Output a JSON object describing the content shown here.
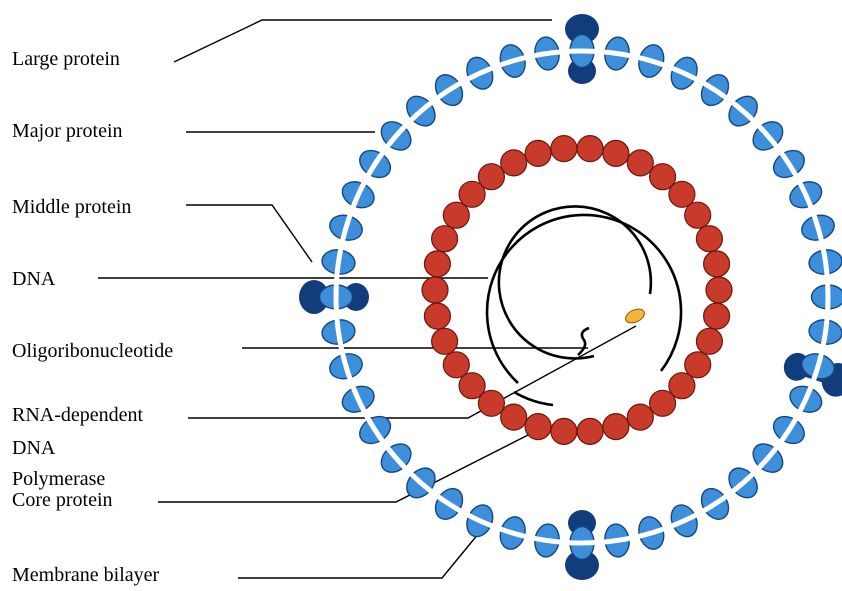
{
  "labels": {
    "large_protein": "Large protein",
    "major_protein": "Major protein",
    "middle_protein": "Middle protein",
    "dna": "DNA",
    "oligo": "Oligoribonucleotide",
    "rna_dep_1": "RNA-dependent",
    "rna_dep_2": "DNA",
    "rna_dep_3": "Polymerase",
    "core_protein": "Core protein",
    "membrane": "Membrane bilayer"
  },
  "colors": {
    "major_protein": "#3d8fdc",
    "major_protein_outline": "#16467e",
    "surface_protein_dark": "#123d7c",
    "core_protein": "#c83a2a",
    "core_protein_outline": "#6a1810",
    "membrane": "#ffffff",
    "dna": "#000000",
    "polymerase": "#f3b63a"
  },
  "counts": {
    "major_protein_beads": 44,
    "core_protein_beads": 34
  }
}
